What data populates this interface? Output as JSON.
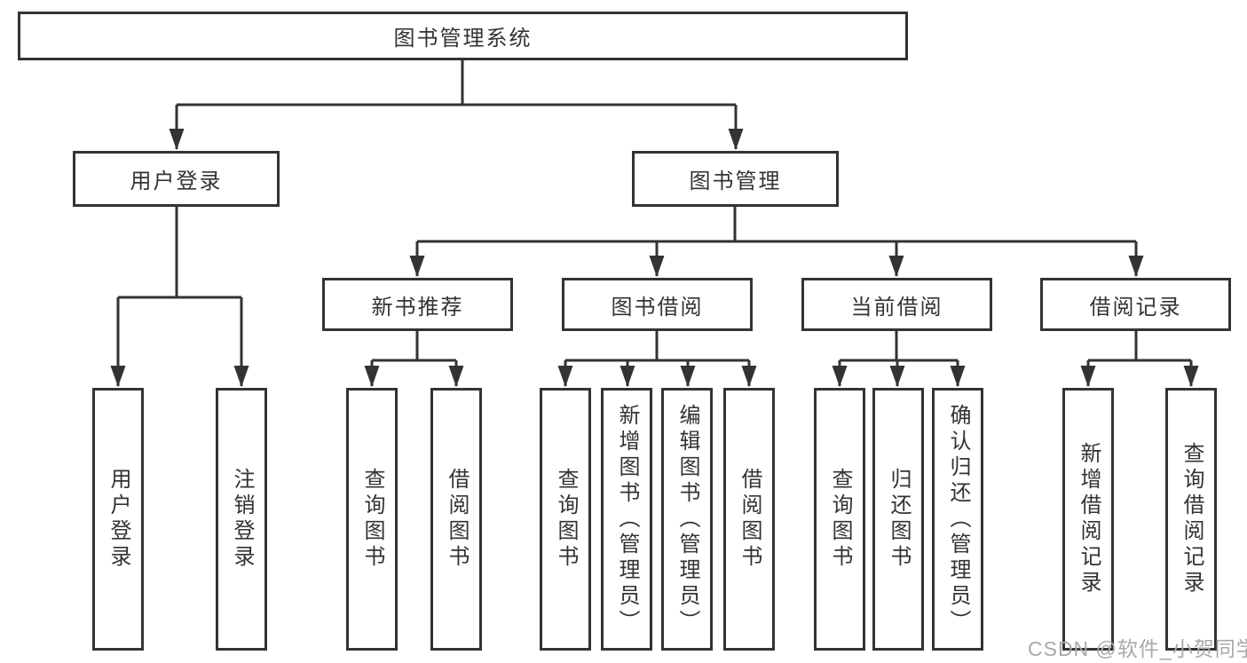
{
  "diagram": {
    "type": "feature-tree",
    "nodes": {
      "root": {
        "label": "图书管理系统"
      },
      "user_login": {
        "label": "用户登录",
        "parent": "图书管理系统"
      },
      "book_mgmt": {
        "label": "图书管理",
        "parent": "图书管理系统"
      },
      "new_book_rec": {
        "label": "新书推荐",
        "parent": "图书管理"
      },
      "book_borrow": {
        "label": "图书借阅",
        "parent": "图书管理"
      },
      "current_borrow": {
        "label": "当前借阅",
        "parent": "图书管理"
      },
      "borrow_record": {
        "label": "借阅记录",
        "parent": "图书管理"
      },
      "leaves": [
        {
          "label": "用户登录",
          "parent": "用户登录"
        },
        {
          "label": "注销登录",
          "parent": "用户登录"
        },
        {
          "label": "查询图书",
          "parent": "新书推荐"
        },
        {
          "label": "借阅图书",
          "parent": "新书推荐"
        },
        {
          "label": "查询图书",
          "parent": "图书借阅"
        },
        {
          "label": "新增图书（管理员）",
          "parent": "图书借阅"
        },
        {
          "label": "编辑图书（管理员）",
          "parent": "图书借阅"
        },
        {
          "label": "借阅图书",
          "parent": "图书借阅"
        },
        {
          "label": "查询图书",
          "parent": "当前借阅"
        },
        {
          "label": "归还图书",
          "parent": "当前借阅"
        },
        {
          "label": "确认归还（管理员）",
          "parent": "当前借阅"
        },
        {
          "label": "新增借阅记录",
          "parent": "借阅记录"
        },
        {
          "label": "查询借阅记录",
          "parent": "借阅记录"
        }
      ]
    },
    "colors": {
      "line": "#333333",
      "box_border": "#333333",
      "text": "#333333",
      "watermark": "#a9a9a9",
      "background": "#ffffff"
    }
  },
  "watermark": "CSDN @软件_小贺同学"
}
